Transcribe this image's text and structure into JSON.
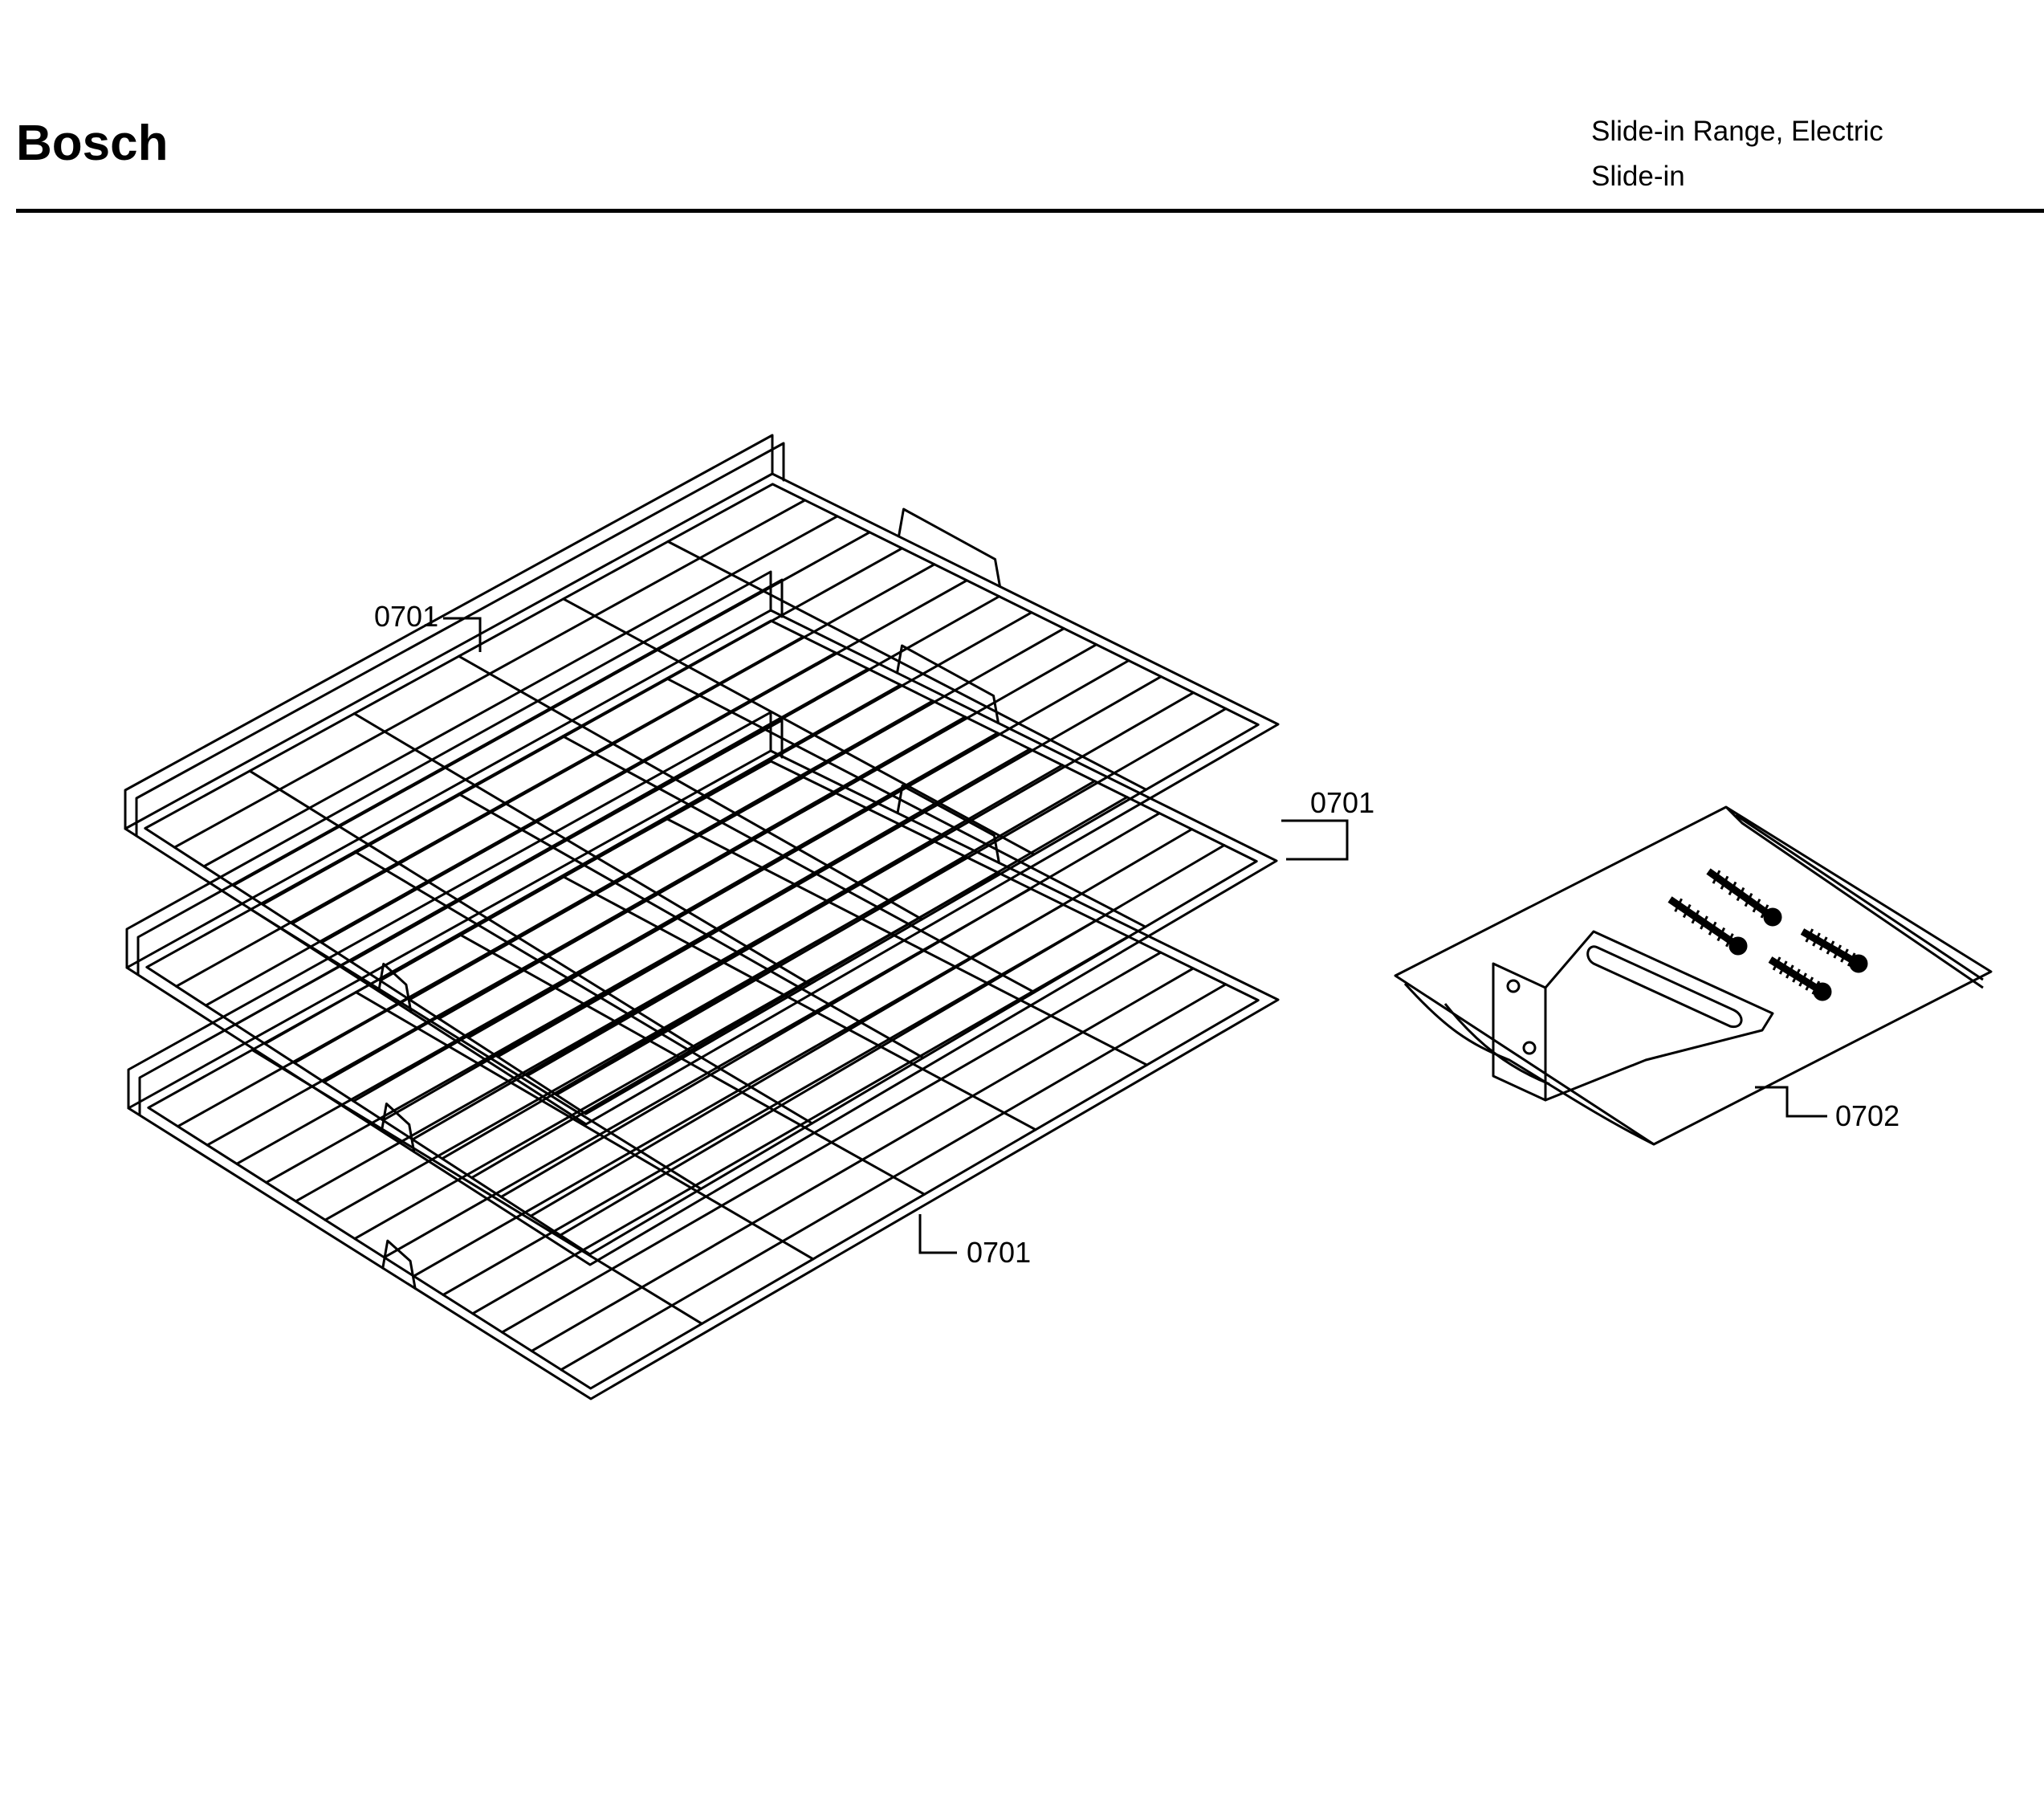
{
  "header": {
    "brand": "Bosch",
    "product_line": "Slide-in Range, Electric",
    "product_type": "Slide-in"
  },
  "callouts": [
    {
      "part": "0701"
    },
    {
      "part": "0701"
    },
    {
      "part": "0701"
    },
    {
      "part": "0702"
    }
  ],
  "colors": {
    "line": "#000000",
    "background": "#ffffff"
  }
}
